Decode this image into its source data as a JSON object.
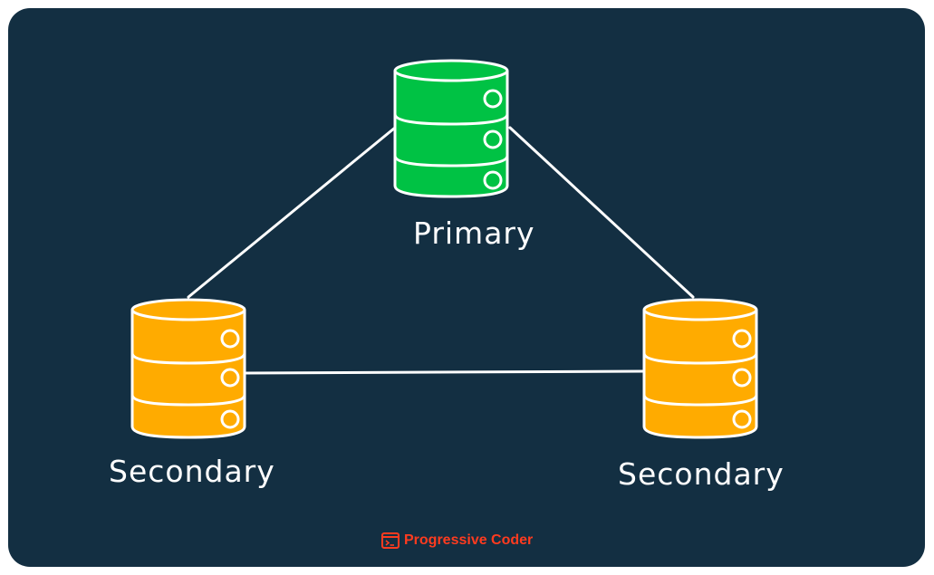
{
  "nodes": {
    "primary": {
      "label": "Primary",
      "color": "#00c244"
    },
    "secondary_left": {
      "label": "Secondary",
      "color": "#ffab00"
    },
    "secondary_right": {
      "label": "Secondary",
      "color": "#ffab00"
    }
  },
  "connections": [
    {
      "from": "primary",
      "to": "secondary_left"
    },
    {
      "from": "primary",
      "to": "secondary_right"
    },
    {
      "from": "secondary_left",
      "to": "secondary_right"
    }
  ],
  "brand": {
    "text": "Progressive Coder",
    "color": "#ff3b1f",
    "icon": "terminal-window-icon"
  },
  "colors": {
    "background": "#132f42",
    "stroke": "#ffffff"
  }
}
